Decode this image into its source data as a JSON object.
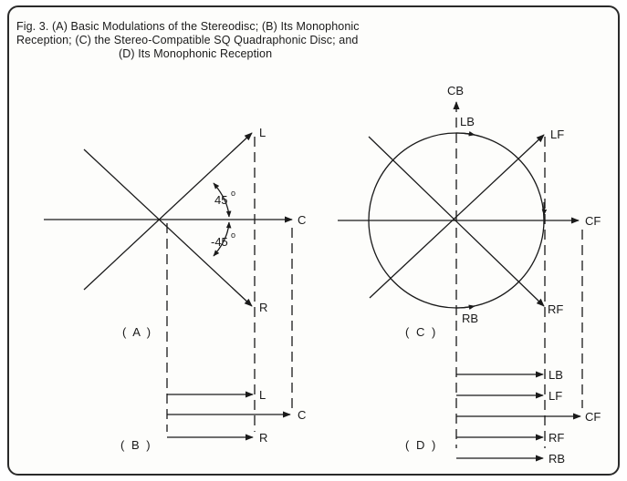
{
  "caption": {
    "line1": "Fig. 3.  (A) Basic Modulations of the Stereodisc; (B) Its Monophonic",
    "line2": "Reception; (C) the Stereo-Compatible SQ Quadraphonic Disc; and",
    "line3": "(D) Its Monophonic Reception"
  },
  "panel_a": {
    "tag": "( A )",
    "L": "L",
    "C": "C",
    "R": "R",
    "angle_pos": "45",
    "angle_neg": "-45",
    "degree": "o"
  },
  "panel_b": {
    "tag": "( B )",
    "L": "L",
    "C": "C",
    "R": "R"
  },
  "panel_c": {
    "tag": "( C )",
    "CB": "CB",
    "LB": "LB",
    "LF": "LF",
    "CF": "CF",
    "RF": "RF",
    "RB": "RB"
  },
  "panel_d": {
    "tag": "( D )",
    "LB": "LB",
    "LF": "LF",
    "CF": "CF",
    "RF": "RF",
    "RB": "RB"
  },
  "colors": {
    "ink": "#1a1a1a",
    "frame": "#2a2a2a"
  }
}
